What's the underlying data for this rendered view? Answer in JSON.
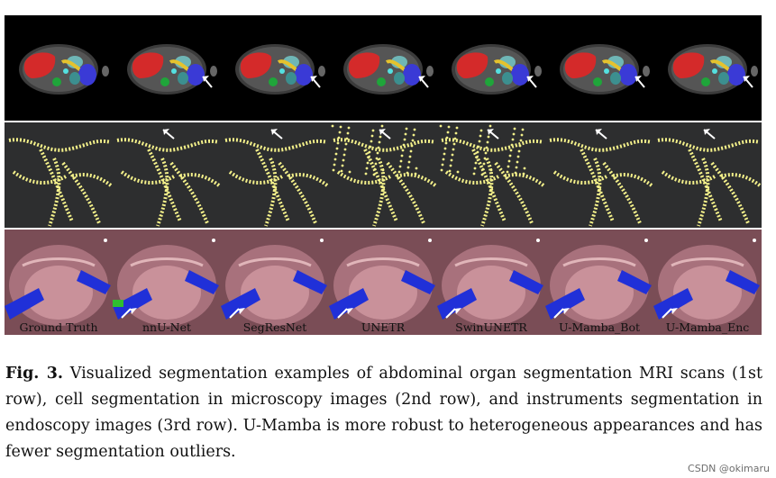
{
  "figure": {
    "methods": [
      {
        "label": "Ground Truth"
      },
      {
        "label": "nnU-Net"
      },
      {
        "label": "SegResNet"
      },
      {
        "label": "UNETR"
      },
      {
        "label": "SwinUNETR"
      },
      {
        "label": "U-Mamba_Bot"
      },
      {
        "label": "U-Mamba_Enc"
      }
    ],
    "rows": [
      "abdominal MRI",
      "microscopy",
      "endoscopy"
    ]
  },
  "caption": {
    "label": "Fig. 3.",
    "text": "Visualized segmentation examples of abdominal organ segmentation MRI scans (1st row), cell segmentation in microscopy images (2nd row), and instruments segmentation in endoscopy images (3rd row). U-Mamba is more robust to heterogeneous appearances and has fewer segmentation outliers."
  },
  "watermark": "CSDN @okimaru",
  "colors": {
    "liver": "#d42a2a",
    "spleen": "#3a3ad6",
    "kidney": "#1fa53a",
    "pancreas": "#e5c22d",
    "stomach": "#6fb6b6",
    "cell_mask": "#f3f08a",
    "instrument": "#2030d8"
  }
}
